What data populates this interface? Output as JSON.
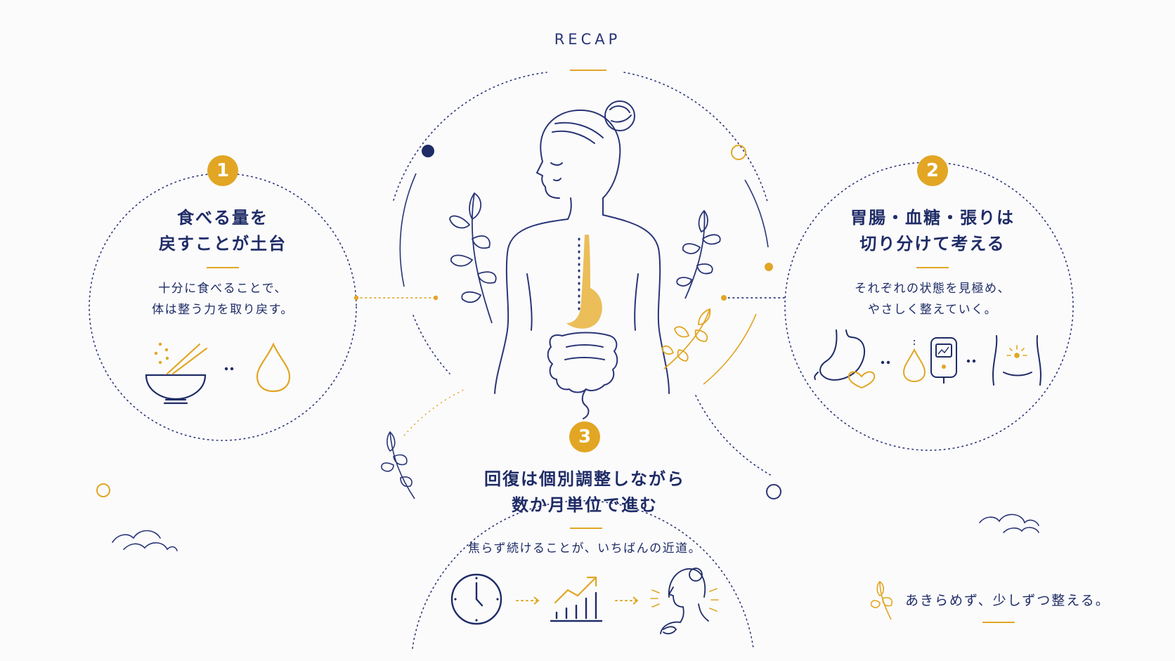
{
  "header": {
    "title": "RECAP"
  },
  "points": [
    {
      "number": "1",
      "heading_line1": "食べる量を",
      "heading_line2": "戻すことが土台",
      "body_line1": "十分に食べることで、",
      "body_line2": "体は整う力を取り戻す。"
    },
    {
      "number": "2",
      "heading_line1": "胃腸・血糖・張りは",
      "heading_line2": "切り分けて考える",
      "body_line1": "それぞれの状態を見極め、",
      "body_line2": "やさしく整えていく。"
    },
    {
      "number": "3",
      "heading_line1": "回復は個別調整しながら",
      "heading_line2": "数か月単位で進む",
      "body_line1": "焦らず続けることが、いちばんの近道。"
    }
  ],
  "footer": {
    "tagline": "あきらめず、少しずつ整える。"
  },
  "colors": {
    "navy": "#1f2c66",
    "gold": "#e2a624",
    "background": "#fbfbfc"
  },
  "icons": [
    "rice-bowl-icon",
    "water-drop-icon",
    "stomach-heart-icon",
    "glucose-meter-icon",
    "abdomen-icon",
    "clock-icon",
    "growth-chart-icon",
    "calm-woman-icon",
    "leaf-branch-icon",
    "cloud-icon",
    "body-illustration"
  ]
}
